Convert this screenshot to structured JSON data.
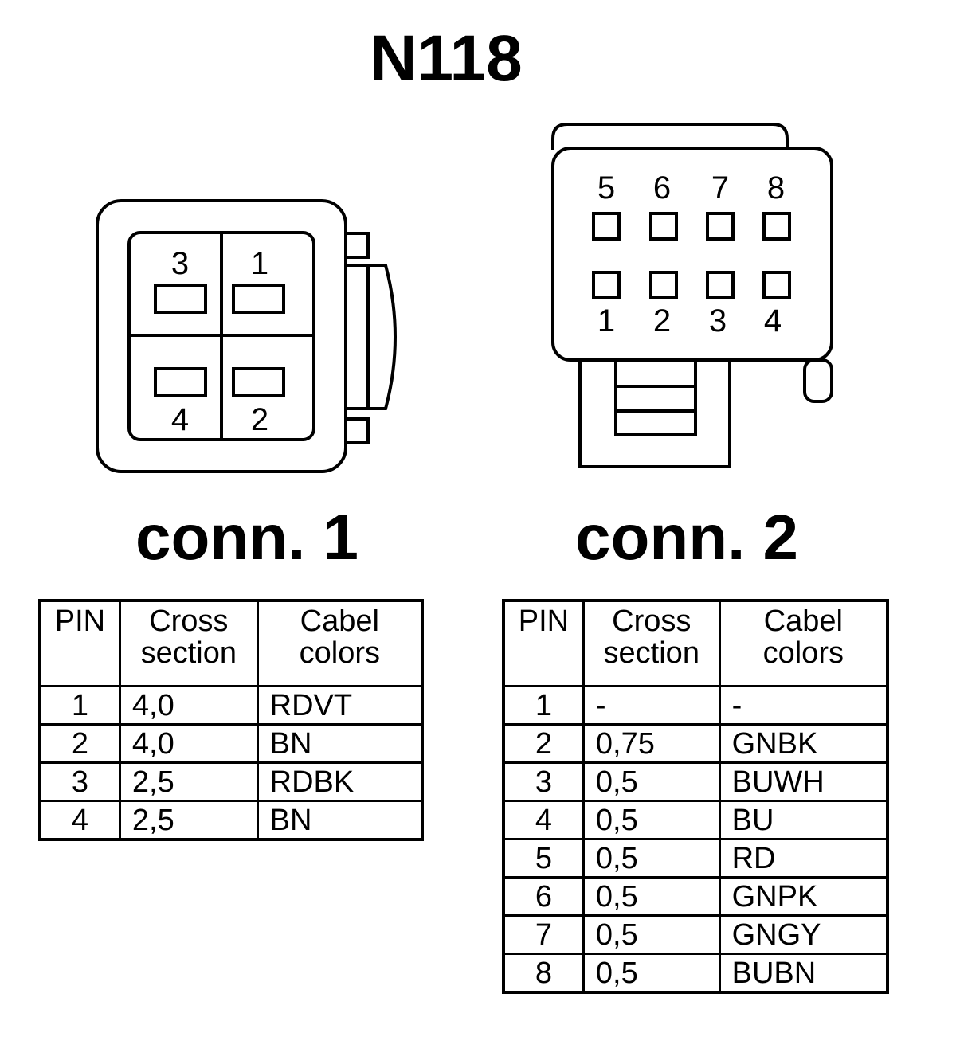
{
  "title": "N118",
  "connectors": [
    {
      "label": "conn. 1",
      "pin_labels": [
        "3",
        "1",
        "4",
        "2"
      ],
      "table": {
        "headers": [
          [
            "PIN"
          ],
          [
            "Cross",
            "section"
          ],
          [
            "Cabel",
            "colors"
          ]
        ],
        "rows": [
          [
            "1",
            "4,0",
            "RDVT"
          ],
          [
            "2",
            "4,0",
            "BN"
          ],
          [
            "3",
            "2,5",
            "RDBK"
          ],
          [
            "4",
            "2,5",
            "BN"
          ]
        ]
      }
    },
    {
      "label": "conn. 2",
      "pin_labels_top": [
        "5",
        "6",
        "7",
        "8"
      ],
      "pin_labels_bottom": [
        "1",
        "2",
        "3",
        "4"
      ],
      "table": {
        "headers": [
          [
            "PIN"
          ],
          [
            "Cross",
            "section"
          ],
          [
            "Cabel",
            "colors"
          ]
        ],
        "rows": [
          [
            "1",
            "-",
            "-"
          ],
          [
            "2",
            "0,75",
            "GNBK"
          ],
          [
            "3",
            "0,5",
            "BUWH"
          ],
          [
            "4",
            "0,5",
            "BU"
          ],
          [
            "5",
            "0,5",
            "RD"
          ],
          [
            "6",
            "0,5",
            "GNPK"
          ],
          [
            "7",
            "0,5",
            "GNGY"
          ],
          [
            "8",
            "0,5",
            "BUBN"
          ]
        ]
      }
    }
  ]
}
